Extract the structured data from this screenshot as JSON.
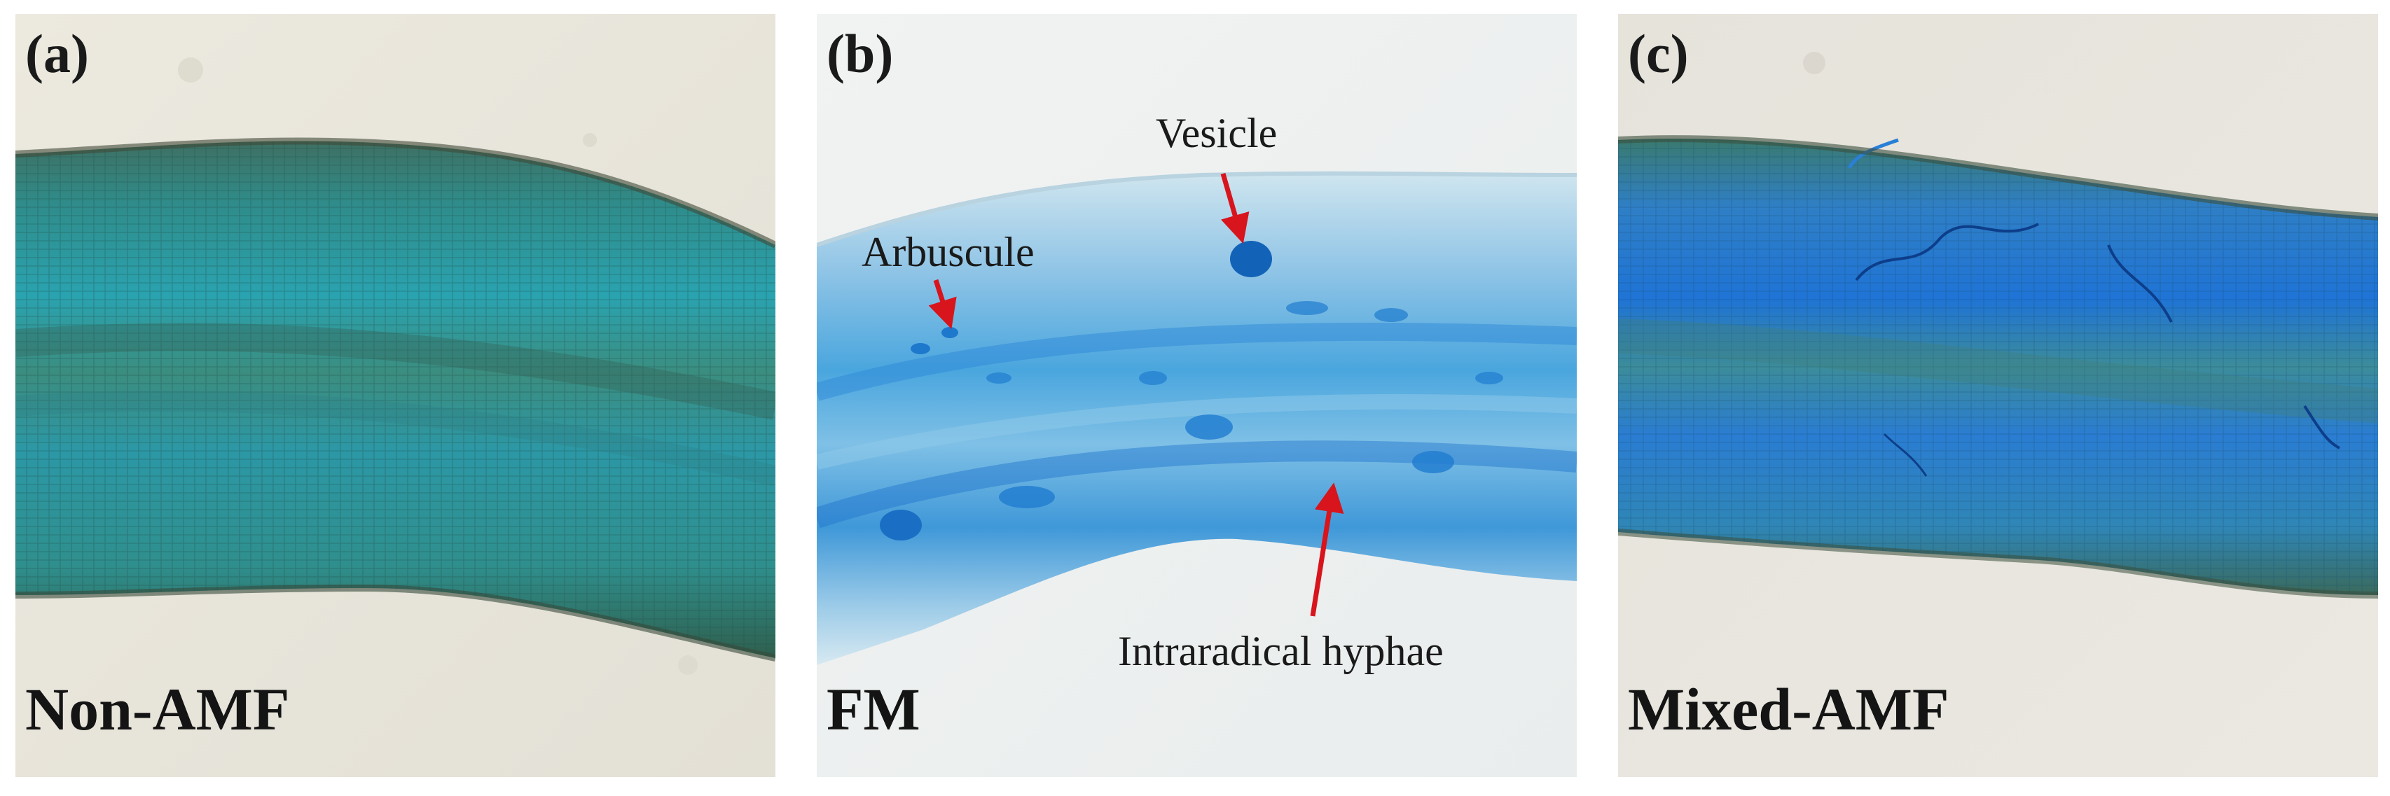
{
  "panels": [
    {
      "letter": "(a)",
      "treatment": "Non-AMF"
    },
    {
      "letter": "(b)",
      "treatment": "FM",
      "annotations": {
        "vesicle": "Vesicle",
        "arbuscule": "Arbuscule",
        "hyphae": "Intraradical hyphae"
      }
    },
    {
      "letter": "(c)",
      "treatment": "Mixed-AMF"
    }
  ],
  "colors": {
    "arrow": "#d8141c",
    "stain_blue": "#1d72d2",
    "root_teal": "#2e8f9a"
  }
}
